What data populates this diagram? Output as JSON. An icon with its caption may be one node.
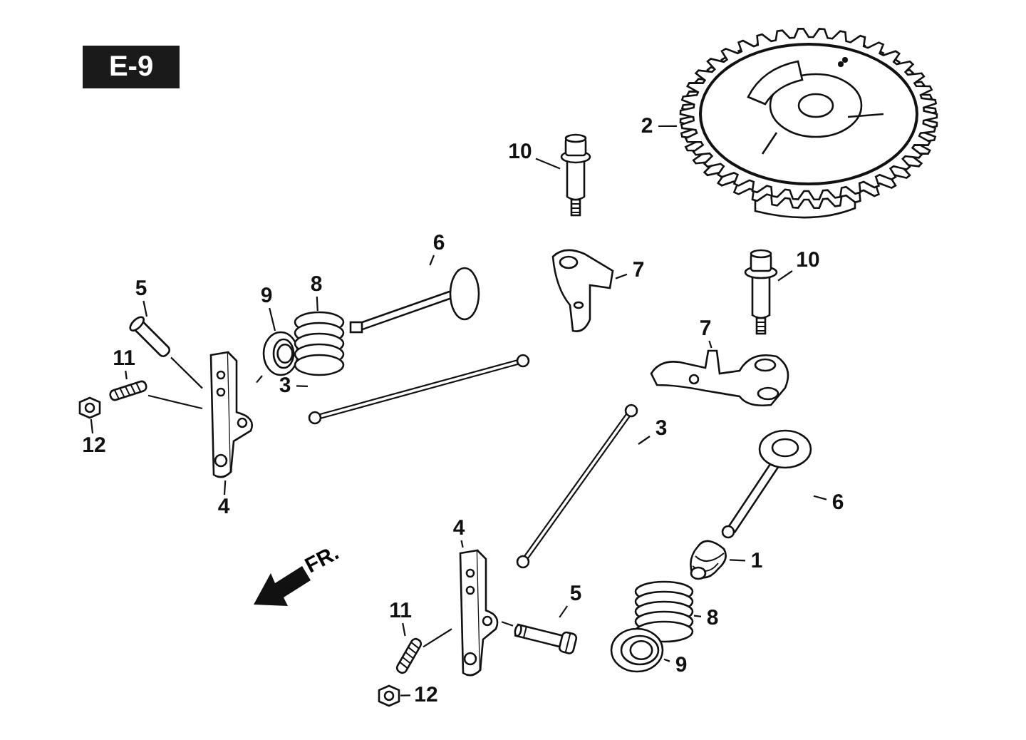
{
  "diagram": {
    "nodes": [
      {
        "text": [
          "E-9"
        ]
      },
      {
        "text": [
          "2"
        ]
      },
      {
        "text": [
          "10"
        ]
      },
      {
        "text": [
          "7"
        ]
      },
      {
        "text": [
          "10"
        ]
      },
      {
        "text": [
          "5"
        ]
      },
      {
        "text": [
          "9"
        ]
      },
      {
        "text": [
          "8"
        ]
      },
      {
        "text": [
          "6"
        ]
      },
      {
        "text": [
          "7"
        ]
      },
      {
        "text": [
          "11"
        ]
      },
      {
        "text": [
          "3"
        ]
      },
      {
        "text": [
          "12"
        ]
      },
      {
        "text": [
          "4"
        ]
      },
      {
        "text": [
          "3"
        ]
      },
      {
        "text": [
          "6"
        ]
      },
      {
        "text": [
          "4"
        ]
      },
      {
        "text": [
          "1"
        ]
      },
      {
        "text": [
          "5"
        ]
      },
      {
        "text": [
          "11"
        ]
      },
      {
        "text": [
          "8"
        ]
      },
      {
        "text": [
          "9"
        ]
      },
      {
        "text": [
          "12"
        ]
      },
      {
        "text": [],
        "shape": "picture"
      },
      {
        "text": [],
        "shape": "picture"
      },
      {
        "text": [],
        "shape": "picture"
      },
      {
        "text": [],
        "shape": "picture"
      },
      {
        "text": [],
        "shape": "picture"
      },
      {
        "text": [],
        "shape": "picture"
      },
      {
        "text": [],
        "shape": "picture"
      },
      {
        "text": [],
        "shape": "picture"
      },
      {
        "text": [],
        "shape": "picture"
      },
      {
        "text": [],
        "shape": "picture"
      },
      {
        "text": [],
        "shape": "picture"
      },
      {
        "text": [],
        "shape": "picture"
      },
      {
        "text": [],
        "shape": "picture"
      },
      {
        "text": [],
        "shape": "picture"
      },
      {
        "text": [],
        "shape": "picture"
      },
      {
        "text": [],
        "shape": "picture"
      },
      {
        "text": [],
        "shape": "picture"
      },
      {
        "text": [],
        "shape": "picture"
      },
      {
        "text": [],
        "shape": "picture"
      },
      {
        "text": [],
        "shape": "picture"
      },
      {
        "text": [],
        "shape": "picture"
      },
      {
        "text": [],
        "shape": "picture"
      }
    ],
    "edges": [
      {
        "from": 1,
        "to": 23,
        "arrow": "none"
      },
      {
        "from": 2,
        "to": 24,
        "arrow": "none"
      },
      {
        "from": 3,
        "to": 25,
        "arrow": "none"
      },
      {
        "from": 4,
        "to": 26,
        "arrow": "none"
      },
      {
        "from": 5,
        "to": 27,
        "arrow": "none"
      },
      {
        "from": 6,
        "to": 28,
        "arrow": "none"
      },
      {
        "from": 7,
        "to": 29,
        "arrow": "none"
      },
      {
        "from": 8,
        "to": 30,
        "arrow": "none"
      },
      {
        "from": 9,
        "to": 31,
        "arrow": "none"
      },
      {
        "from": 10,
        "to": 32,
        "arrow": "none"
      },
      {
        "from": 11,
        "to": 33,
        "arrow": "none"
      },
      {
        "from": 12,
        "to": 34,
        "arrow": "none"
      },
      {
        "from": 13,
        "to": 35,
        "arrow": "none"
      },
      {
        "from": 14,
        "to": 36,
        "arrow": "none"
      },
      {
        "from": 15,
        "to": 37,
        "arrow": "none"
      },
      {
        "from": 16,
        "to": 38,
        "arrow": "none"
      },
      {
        "from": 17,
        "to": 39,
        "arrow": "none"
      },
      {
        "from": 18,
        "to": 40,
        "arrow": "none"
      },
      {
        "from": 19,
        "to": 41,
        "arrow": "none"
      },
      {
        "from": 20,
        "to": 42,
        "arrow": "none"
      },
      {
        "from": 21,
        "to": 43,
        "arrow": "none"
      },
      {
        "from": 22,
        "to": 44,
        "arrow": "none"
      },
      {
        "from": 27,
        "to": 35,
        "arrow": "none"
      },
      {
        "from": 32,
        "to": 35,
        "arrow": "none"
      },
      {
        "from": 35,
        "to": 28,
        "arrow": "none"
      },
      {
        "from": 41,
        "to": 38,
        "arrow": "none"
      },
      {
        "from": 38,
        "to": 40,
        "arrow": "none"
      }
    ],
    "labels": [
      "FR."
    ]
  }
}
